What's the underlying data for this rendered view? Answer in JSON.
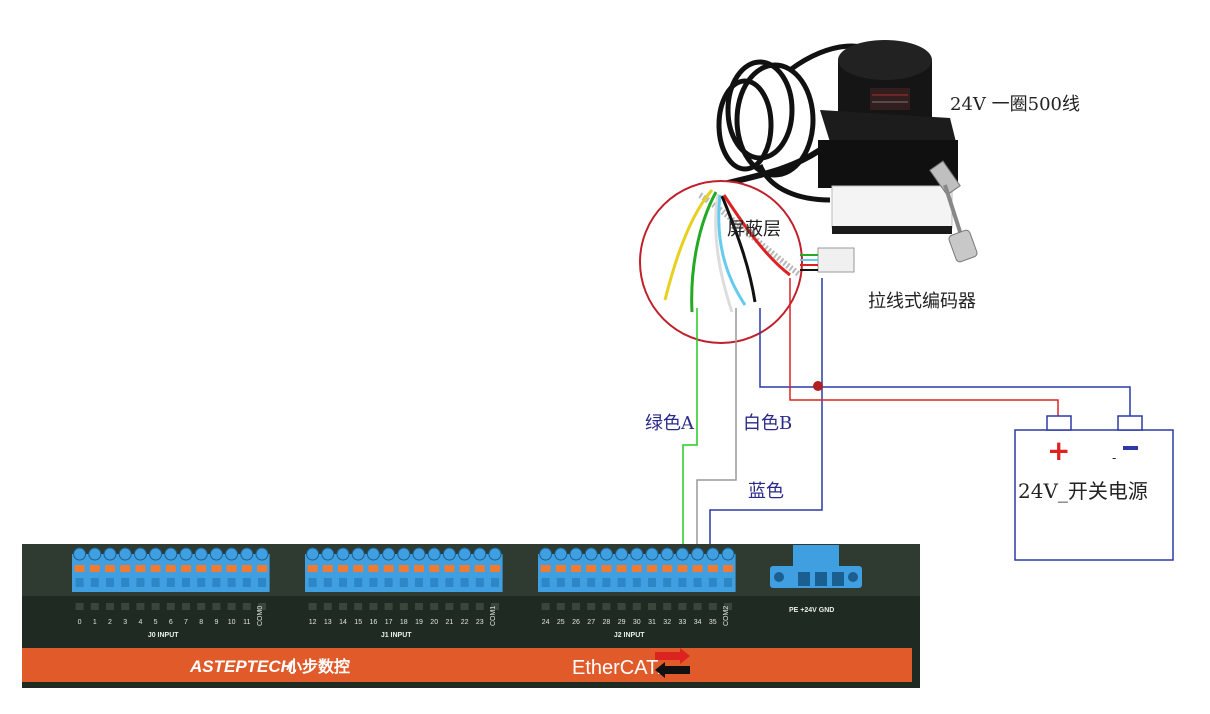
{
  "encoder": {
    "spec_label": "24V  一圈500线",
    "name_label": "拉线式编码器",
    "shield_label": "屏蔽层"
  },
  "wires": {
    "green_label": "绿色A",
    "white_label": "白色B",
    "blue_label": "蓝色",
    "colors": {
      "green": "#22cc22",
      "white": "#999999",
      "blue": "#2b3aa8",
      "red": "#dd2222",
      "yellow": "#e8d020",
      "cyan": "#66ccee",
      "black": "#111111"
    }
  },
  "power_supply": {
    "label": "24V_开关电源",
    "plus_symbol": "+",
    "minus_symbol": "-"
  },
  "module": {
    "groups": [
      {
        "id": "J0",
        "title": "J0 INPUT",
        "numbers": [
          "0",
          "1",
          "2",
          "3",
          "4",
          "5",
          "6",
          "7",
          "8",
          "9",
          "10",
          "11"
        ],
        "com": "COM0"
      },
      {
        "id": "J1",
        "title": "J1 INPUT",
        "numbers": [
          "12",
          "13",
          "14",
          "15",
          "16",
          "17",
          "18",
          "19",
          "20",
          "21",
          "22",
          "23"
        ],
        "com": "COM1"
      },
      {
        "id": "J2",
        "title": "J2 INPUT",
        "numbers": [
          "24",
          "25",
          "26",
          "27",
          "28",
          "29",
          "30",
          "31",
          "32",
          "33",
          "34",
          "35"
        ],
        "com": "COM2"
      }
    ],
    "power_terminal_label": "PE  +24V  GND",
    "brand_en": "ASTEPTECH.",
    "brand_cn": "小步数控",
    "bus_logo": "EtherCAT.",
    "colors": {
      "body": "#2f3a30",
      "panel": "#1f2a22",
      "stripe": "#e05a2a",
      "terminal": "#3f9fe0",
      "lever": "#f07a30"
    }
  }
}
